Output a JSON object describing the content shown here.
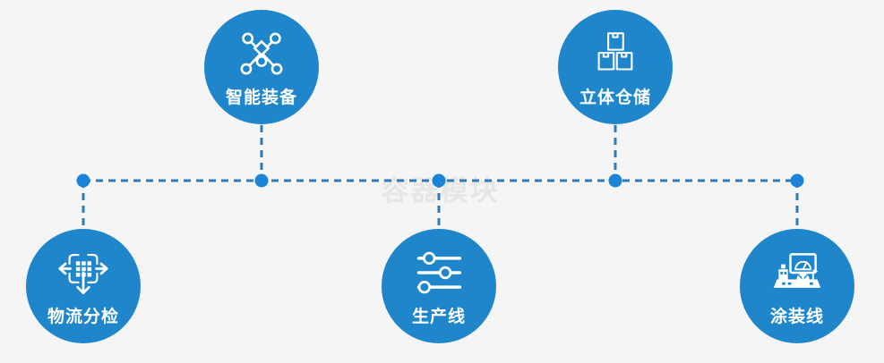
{
  "diagram_title": "factory-process-diagram",
  "watermark": "容器模块",
  "colors": {
    "background": "#f5f5f6",
    "node_fill": "#1f86cb",
    "connector": "#2e7ab8",
    "junction_dot": "#1b84d8",
    "label_text": "#ffffff",
    "watermark_text": "#e6e6e4"
  },
  "nodes": [
    {
      "id": "smart-equipment",
      "label": "智能装备",
      "icon": "network-nodes-icon",
      "row": "top"
    },
    {
      "id": "stereo-warehouse",
      "label": "立体仓储",
      "icon": "stacked-boxes-icon",
      "row": "top"
    },
    {
      "id": "logistics-sorting",
      "label": "物流分检",
      "icon": "sorting-arrows-icon",
      "row": "bottom"
    },
    {
      "id": "production-line",
      "label": "生产线",
      "icon": "sliders-icon",
      "row": "bottom"
    },
    {
      "id": "painting-line",
      "label": "涂装线",
      "icon": "control-console-icon",
      "row": "bottom"
    }
  ]
}
